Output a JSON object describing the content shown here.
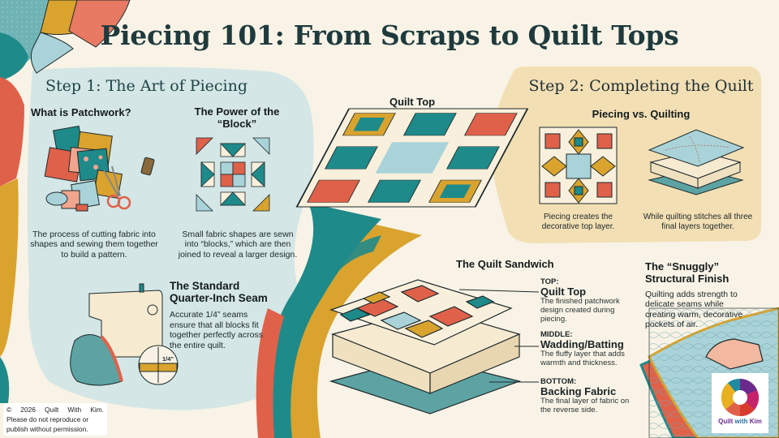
{
  "title": "Piecing 101: From Scraps to Quilt Tops",
  "step1": {
    "title": "Step 1: The Art of Piecing",
    "patchwork": {
      "heading": "What is Patchwork?",
      "body": "The process of cutting fabric into shapes and sewing them together to build a pattern."
    },
    "block": {
      "heading_line1": "The Power of the",
      "heading_line2": "“Block”",
      "body": "Small fabric shapes are sewn into “blocks,” which are then joined to reveal a larger design."
    },
    "seam": {
      "heading_line1": "The Standard",
      "heading_line2": "Quarter-Inch Seam",
      "body": "Accurate 1/4” seams ensure that all blocks fit together perfectly across the entire quilt.",
      "ruler_label": "1/4\""
    }
  },
  "quilt_top_label": "Quilt Top",
  "step2": {
    "title": "Step 2: Completing the Quilt",
    "piecing_vs_quilting": {
      "heading": "Piecing vs. Quilting",
      "piecing_caption": "Piecing creates the decorative top layer.",
      "quilting_caption": "While quilting stitches all three final layers together."
    }
  },
  "sandwich": {
    "heading": "The Quilt Sandwich",
    "layers": [
      {
        "position": "TOP:",
        "name": "Quilt Top",
        "description": "The finished patchwork design created during piecing."
      },
      {
        "position": "MIDDLE:",
        "name": "Wadding/Batting",
        "description": "The fluffy layer that adds warmth and thickness."
      },
      {
        "position": "BOTTOM:",
        "name": "Backing Fabric",
        "description": "The final layer of fabric on the reverse side."
      }
    ]
  },
  "snuggly": {
    "heading_line1": "The “Snuggly”",
    "heading_line2": "Structural Finish",
    "body": "Quilting adds strength to delicate seams while creating warm, decorative pockets of air."
  },
  "copyright": {
    "line1_a": "©",
    "line1_b": "2026",
    "line1_c": "Quilt",
    "line1_d": "With",
    "line1_e": "Kim.",
    "line2": "Please do not reproduce or",
    "line3": "publish without permission."
  },
  "logo": {
    "word1": "Quilt",
    "word2": "with",
    "word3": "Kim"
  },
  "colors": {
    "background": "#f8f3e6",
    "step1_panel": "#d4e6e6",
    "step2_panel": "#f3dfb4",
    "teal": "#1f8a8a",
    "coral": "#e0614a",
    "mustard": "#d9a32e",
    "light_blue": "#a9d3d8",
    "title": "#1f3a3d"
  }
}
